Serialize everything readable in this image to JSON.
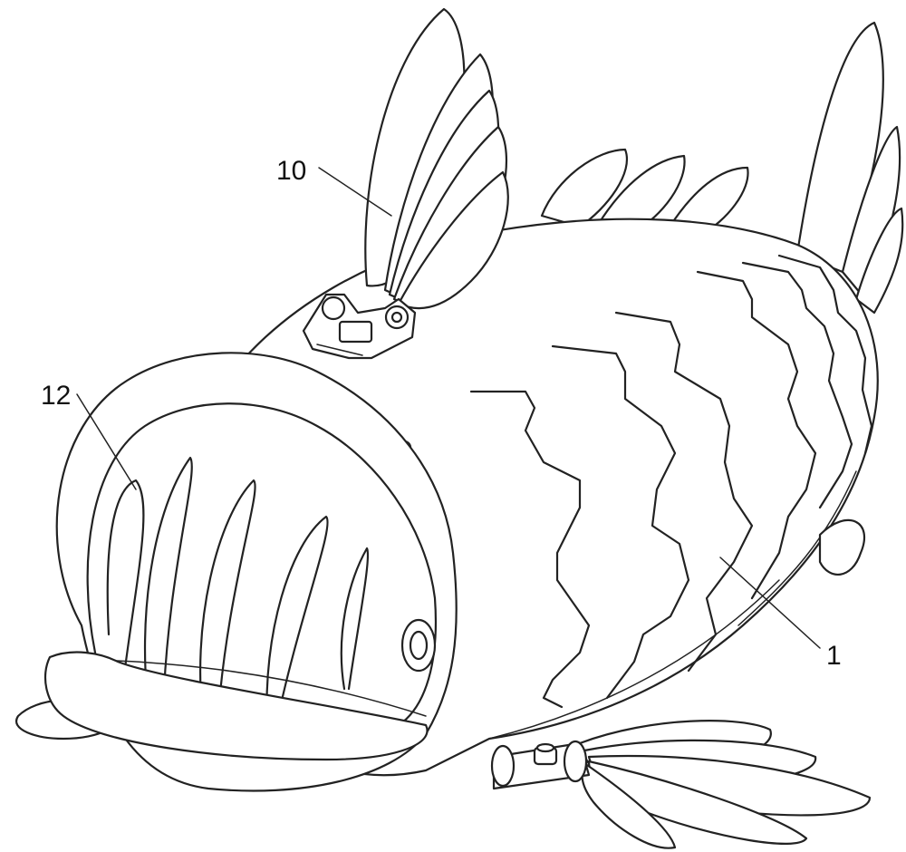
{
  "figure": {
    "callouts": [
      {
        "id": "fins",
        "text": "10"
      },
      {
        "id": "mouth",
        "text": "12"
      },
      {
        "id": "body",
        "text": "1"
      }
    ]
  }
}
